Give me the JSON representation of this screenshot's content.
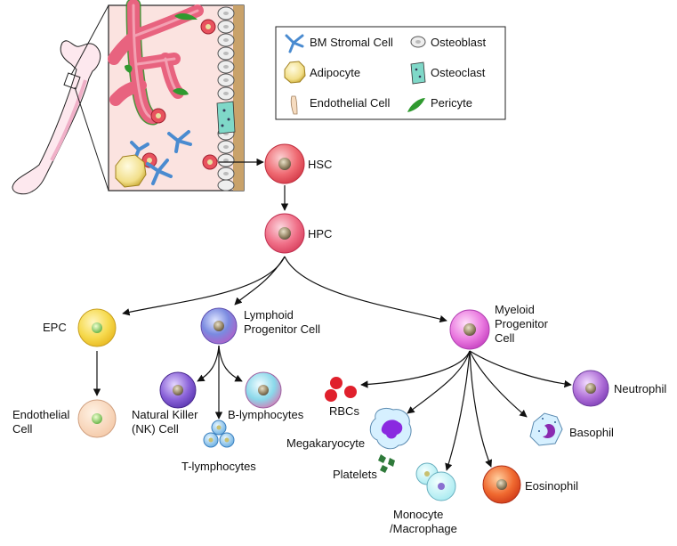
{
  "legend": {
    "bm_stromal": "BM Stromal Cell",
    "osteoblast": "Osteoblast",
    "adipocyte": "Adipocyte",
    "osteoclast": "Osteoclast",
    "endothelial": "Endothelial Cell",
    "pericyte": "Pericyte"
  },
  "nodes": {
    "hsc": "HSC",
    "hpc": "HPC",
    "epc": "EPC",
    "lymphoid_1": "Lymphoid",
    "lymphoid_2": "Progenitor Cell",
    "myeloid_1": "Myeloid",
    "myeloid_2": "Progenitor",
    "myeloid_3": "Cell",
    "endothelial_1": "Endothelial",
    "endothelial_2": "Cell",
    "nk_1": "Natural Killer",
    "nk_2": "(NK) Cell",
    "b_lymph": "B-lymphocytes",
    "t_lymph": "T-lymphocytes",
    "rbcs": "RBCs",
    "megakaryocyte": "Megakaryocyte",
    "platelets": "Platelets",
    "monocyte_1": "Monocyte",
    "monocyte_2": "/Macrophage",
    "eosinophil": "Eosinophil",
    "basophil": "Basophil",
    "neutrophil": "Neutrophil"
  },
  "colors": {
    "marrow_bg": "#fbe3e0",
    "bone_edge": "#c9a26a",
    "vessel": "#e8637f",
    "pericyte": "#2f9a2f",
    "stromal": "#4a8bd0",
    "adipocyte": "#f2df8a",
    "osteoclast": "#7fd8c8",
    "hsc": "#e8525e",
    "epc": "#f2d24a",
    "lymphoid": "#6a76d8",
    "myeloid": "#e06ad8",
    "nk": "#7a52c8",
    "b_cell": "#7fcfe0",
    "neutrophil": "#a65ad0",
    "eosinophil": "#e85a30",
    "rbc": "#e0202c"
  }
}
